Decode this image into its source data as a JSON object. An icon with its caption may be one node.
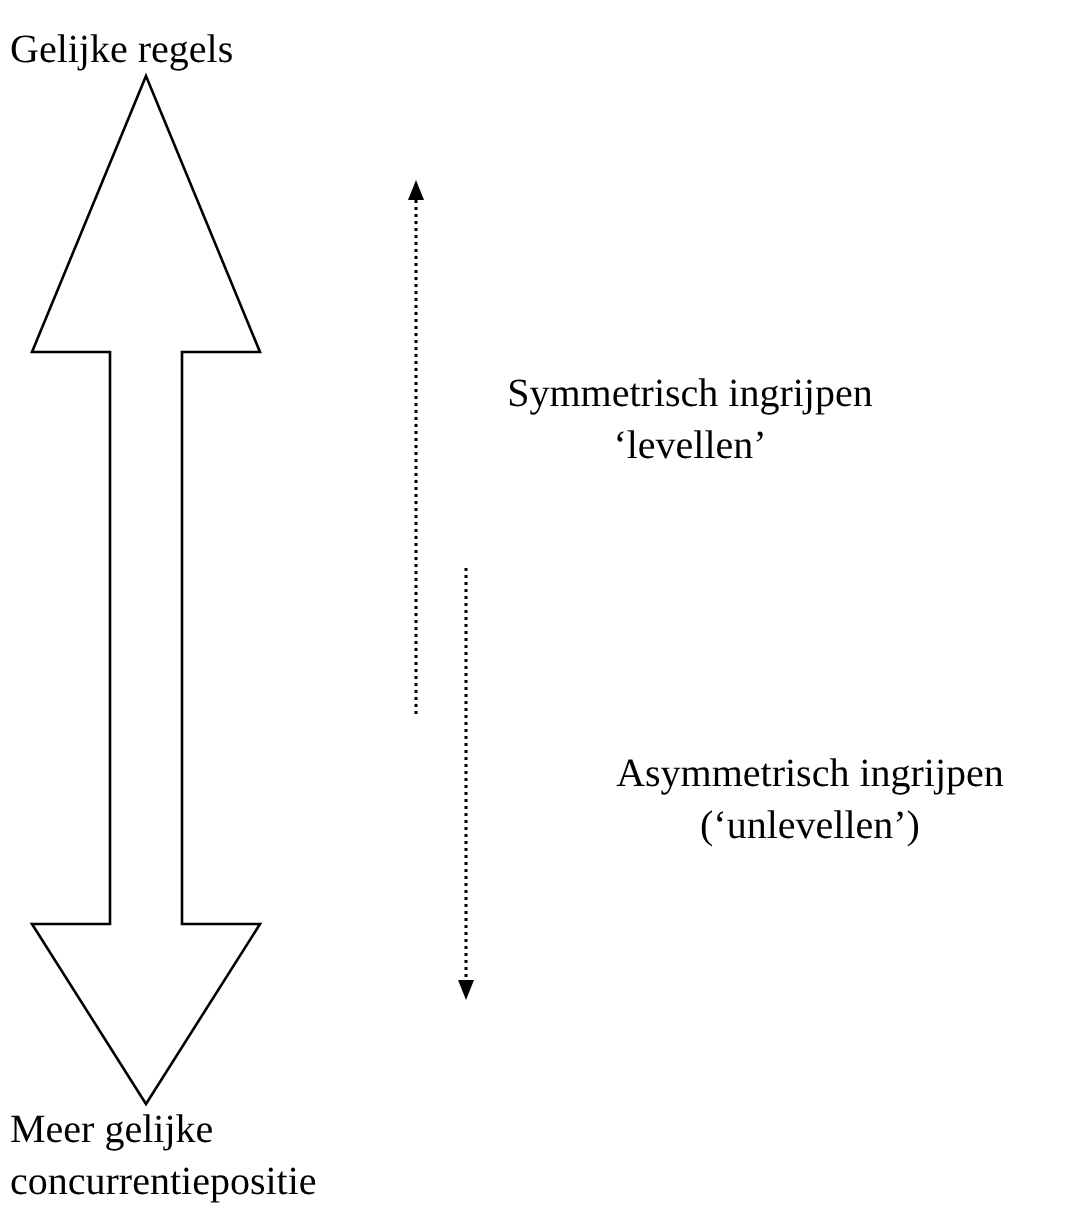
{
  "diagram": {
    "nodes": [
      {
        "text": [
          "Gelijke regels"
        ]
      },
      {
        "text": [
          "Meer gelijke concurrentiepositie"
        ]
      }
    ],
    "edges": [
      {
        "from": 0,
        "to": 1,
        "arrow": "both"
      }
    ],
    "labels": [
      "Symmetrisch ingrijpen ‘levellen’",
      "Asymmetrisch ingrijpen (‘unlevellen’)"
    ]
  }
}
